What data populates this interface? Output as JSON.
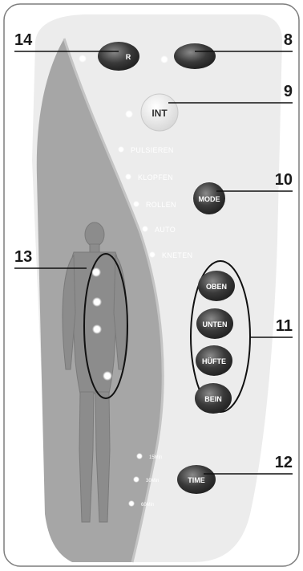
{
  "callouts": [
    "14",
    "8",
    "9",
    "10",
    "13",
    "11",
    "12"
  ],
  "buttons": {
    "power": "",
    "partial_left": "R",
    "intensity": "INT",
    "mode": "MODE",
    "oben": "OBEN",
    "unten": "UNTEN",
    "hufte": "HÜFTE",
    "bein": "BEIN",
    "time": "TIME"
  },
  "modes": [
    "PULSIEREN",
    "KLOPFEN",
    "ROLLEN",
    "AUTO",
    "KNETEN"
  ],
  "times": [
    "15Min",
    "30Min",
    "60Min"
  ],
  "colors": {
    "panel": "#ececec",
    "stripe": "#a6a6a6",
    "button": "#3a3a3a",
    "indicator": "#ffffff"
  }
}
